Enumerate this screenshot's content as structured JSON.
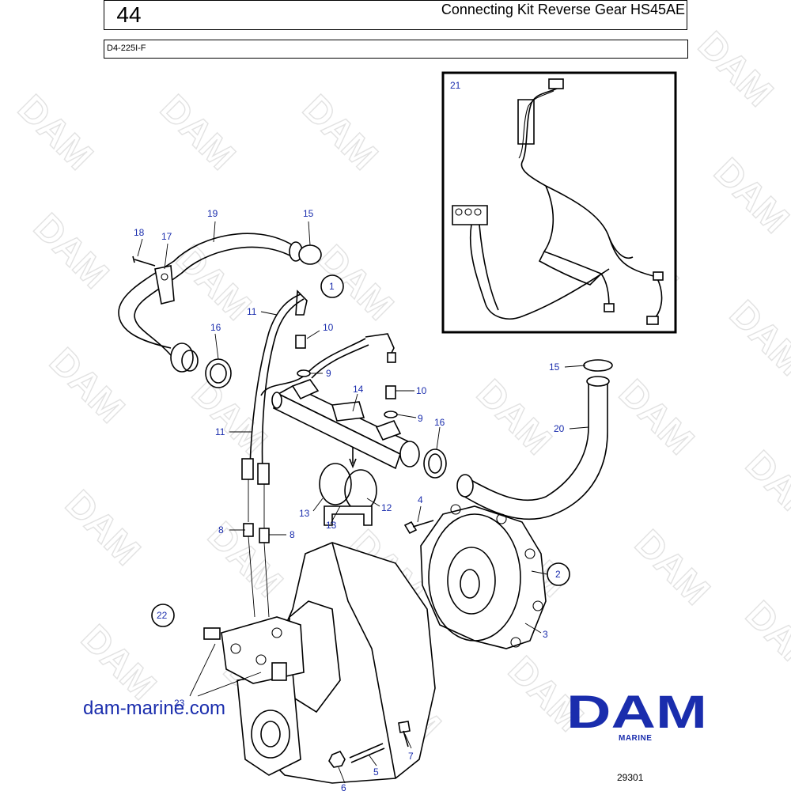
{
  "header": {
    "page_number": "44",
    "title": "Connecting Kit Reverse Gear HS45AE",
    "model_code": "D4-225I-F"
  },
  "watermark": "DAM",
  "callouts": [
    "1",
    "2",
    "3",
    "4",
    "5",
    "6",
    "7",
    "8",
    "8",
    "9",
    "9",
    "10",
    "10",
    "11",
    "11",
    "12",
    "13",
    "13",
    "14",
    "15",
    "15",
    "16",
    "16",
    "17",
    "18",
    "19",
    "20",
    "21",
    "22",
    "23"
  ],
  "footer": {
    "website": "dam-marine.com",
    "brand_name": "DAM",
    "brand_sub": "MARINE",
    "figure_id": "29301"
  },
  "colors": {
    "brand_blue": "#1a2dad",
    "line": "#000000",
    "watermark": "#e2e2e2"
  }
}
